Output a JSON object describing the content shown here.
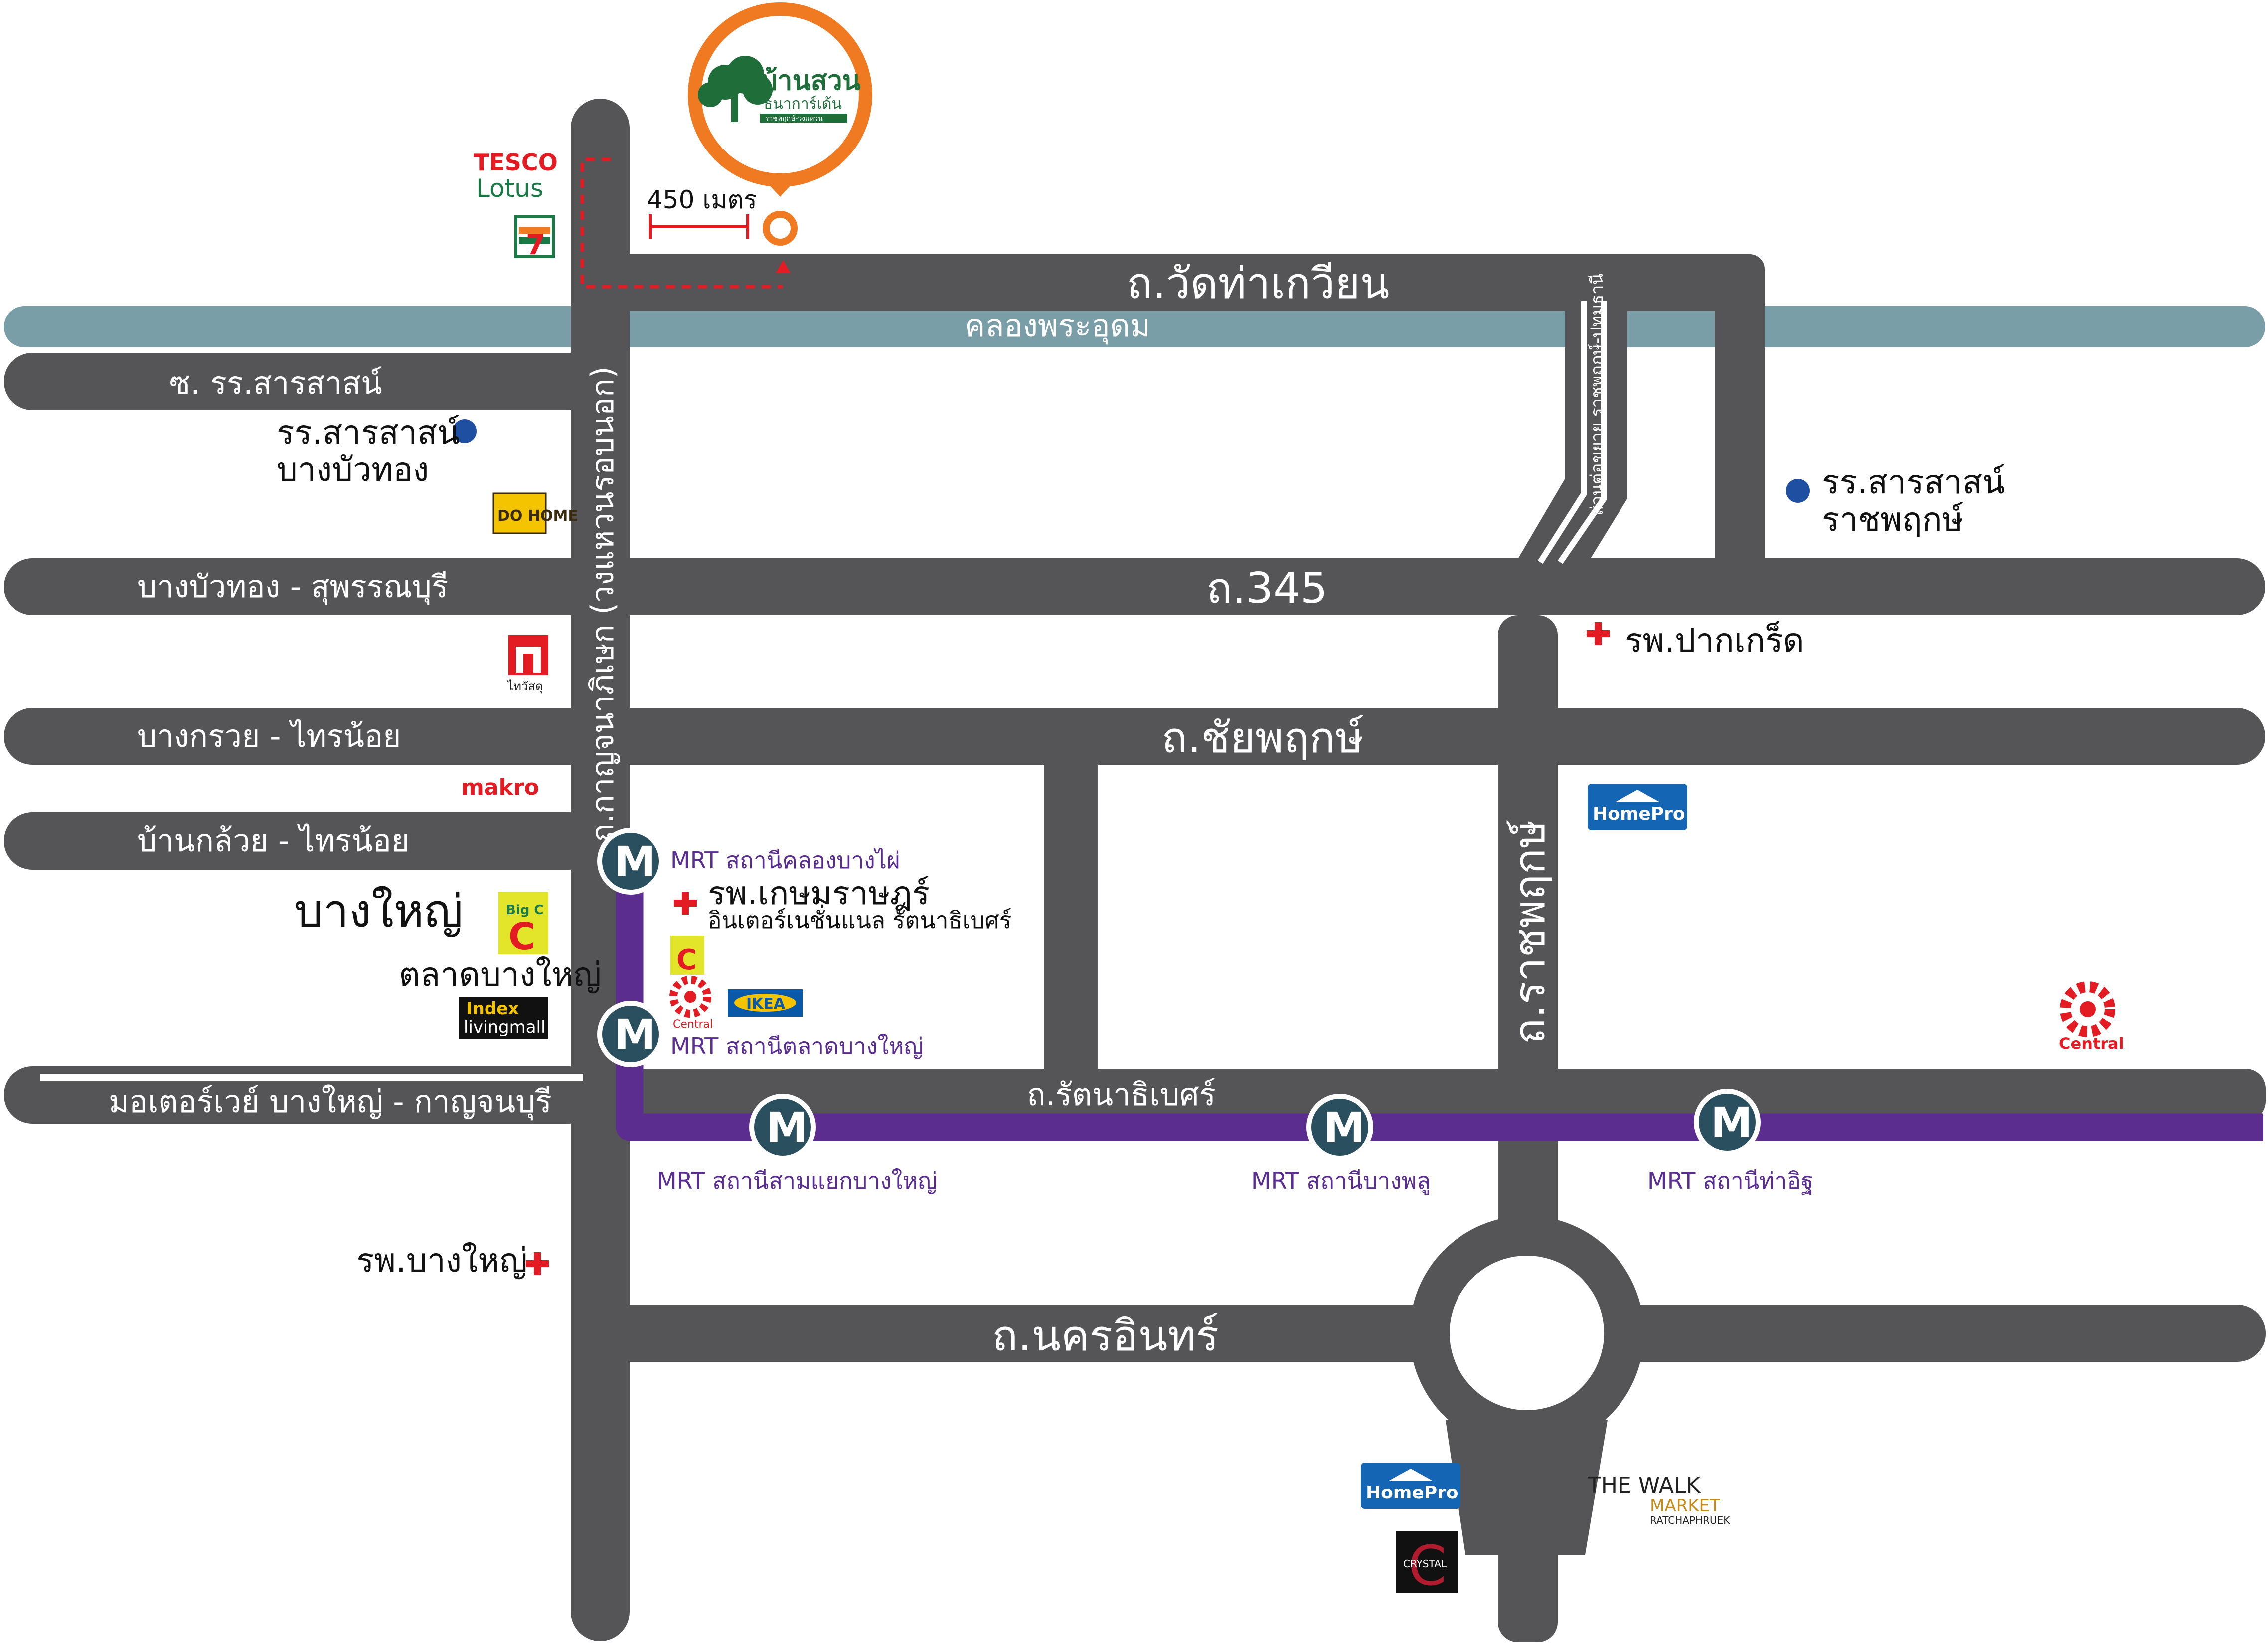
{
  "destination": {
    "name_line1": "บ้านสวน",
    "name_line2": "ธนาการ์เด้น",
    "name_line3": "ราชพฤกษ์-วงแหวน",
    "distance_label": "450 เมตร"
  },
  "roads": {
    "wat_tha_kwian": "ถ.วัดท่าเกวียน",
    "canal": "คลองพระอุดม",
    "soi_sarasas": "ซ. รร.สารสาสน์",
    "bang_bua_thong_suphan": "บางบัวทอง - สุพรรณบุรี",
    "road_345": "ถ.345",
    "bang_kruai_sai_noi": "บางกรวย - ไทรน้อย",
    "chaiyaphruek": "ถ.ชัยพฤกษ์",
    "ban_kluai_sai_noi": "บ้านกล้วย - ไทรน้อย",
    "kanchanaphisek": "ถ.กาญจนาภิเษก (วงแหวนรอบนอก)",
    "ratchaphruek": "ถ.ราชพฤกษ์",
    "ratchaphruek_extension": "ส่วนต่อขยาย ราชพฤกษ์-ปทุมธานี",
    "rattanathibet": "ถ.รัตนาธิเบศร์",
    "motorway": "มอเตอร์เวย์ บางใหญ่ - กาญจนบุรี",
    "nakhon_in": "ถ.นครอินทร์"
  },
  "landmarks": {
    "sarasas_bang_bua_thong_line1": "รร.สารสาสน์",
    "sarasas_bang_bua_thong_line2": "บางบัวทอง",
    "sarasas_ratchaphruek_line1": "รร.สารสาสน์",
    "sarasas_ratchaphruek_line2": "ราชพฤกษ์",
    "hospital_pak_kret": "รพ.ปากเกร็ด",
    "hospital_kasemrad_line1": "รพ.เกษมราษฎร์",
    "hospital_kasemrad_line2": "อินเตอร์เนชั่นแนล รัตนาธิเบศร์",
    "hospital_bang_yai": "รพ.บางใหญ่",
    "district_bang_yai": "บางใหญ่",
    "market_bang_yai": "ตลาดบางใหญ่"
  },
  "mrt": {
    "khlong_bang_phai": "MRT สถานีคลองบางไผ่",
    "talad_bang_yai": "MRT สถานีตลาดบางใหญ่",
    "sam_yaek_bang_yai": "MRT สถานีสามแยกบางใหญ่",
    "bang_phlu": "MRT สถานีบางพลู",
    "tha_it": "MRT สถานีท่าอิฐ",
    "marker_letter": "M"
  },
  "logos": {
    "tesco_line1": "TESCO",
    "tesco_line2": "Lotus",
    "seven_eleven": "7",
    "do_home": "DO HOME",
    "thai_watsadu": "ไทวัสดุ",
    "makro": "makro",
    "bigc": "Big C",
    "index_line1": "Index",
    "index_line2": "livingmall",
    "central": "Central",
    "ikea": "IKEA",
    "homepro": "HomePro",
    "the_walk_line1": "THE WALK",
    "the_walk_line2": "MARKET",
    "the_walk_line3": "RATCHAPHRUEK",
    "crystal": "CRYSTAL"
  },
  "colors": {
    "road": "#555557",
    "canal": "#7a9ea8",
    "mrt_line": "#5b2d8e",
    "mrt_marker": "#2a4f5e",
    "pin": "#f07a22",
    "hospital": "#e31b23",
    "school_dot": "#1f4fa0",
    "route_dash": "#e31b23"
  }
}
